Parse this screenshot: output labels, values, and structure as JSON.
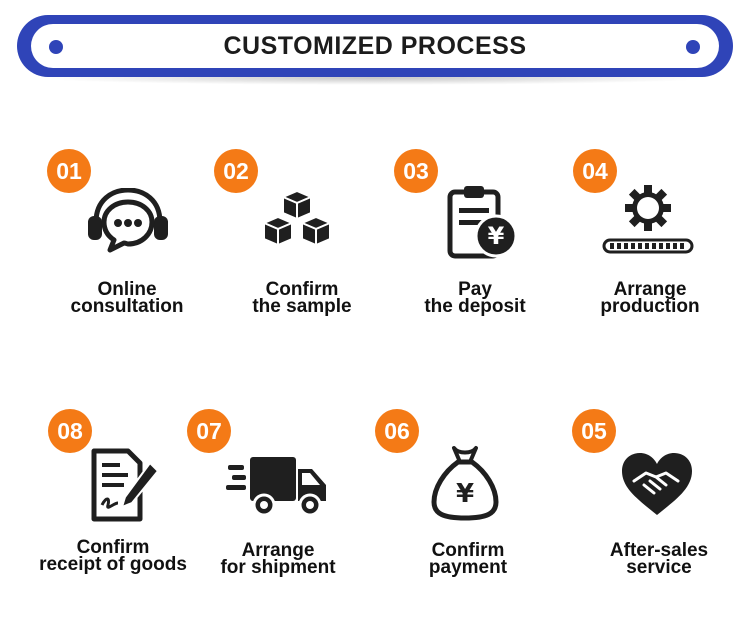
{
  "header": {
    "title": "CUSTOMIZED PROCESS"
  },
  "colors": {
    "accent_orange": "#f47a16",
    "banner_blue": "#2f44b8",
    "icon_dark": "#1f1f1f"
  },
  "steps": [
    {
      "number": "01",
      "line1": "Online",
      "line2": "consultation",
      "icon": "headset-chat-icon"
    },
    {
      "number": "02",
      "line1": "Confirm",
      "line2": "the sample",
      "icon": "boxes-icon"
    },
    {
      "number": "03",
      "line1": "Pay",
      "line2": "the deposit",
      "icon": "clipboard-yen-icon"
    },
    {
      "number": "04",
      "line1": "Arrange",
      "line2": "production",
      "icon": "gear-progress-icon"
    },
    {
      "number": "05",
      "line1": "After-sales",
      "line2": "service",
      "icon": "handshake-heart-icon"
    },
    {
      "number": "06",
      "line1": "Confirm",
      "line2": "payment",
      "icon": "money-bag-yen-icon"
    },
    {
      "number": "07",
      "line1": "Arrange",
      "line2": "for shipment",
      "icon": "delivery-truck-icon"
    },
    {
      "number": "08",
      "line1": "Confirm",
      "line2": "receipt of goods",
      "icon": "signed-document-icon"
    }
  ]
}
